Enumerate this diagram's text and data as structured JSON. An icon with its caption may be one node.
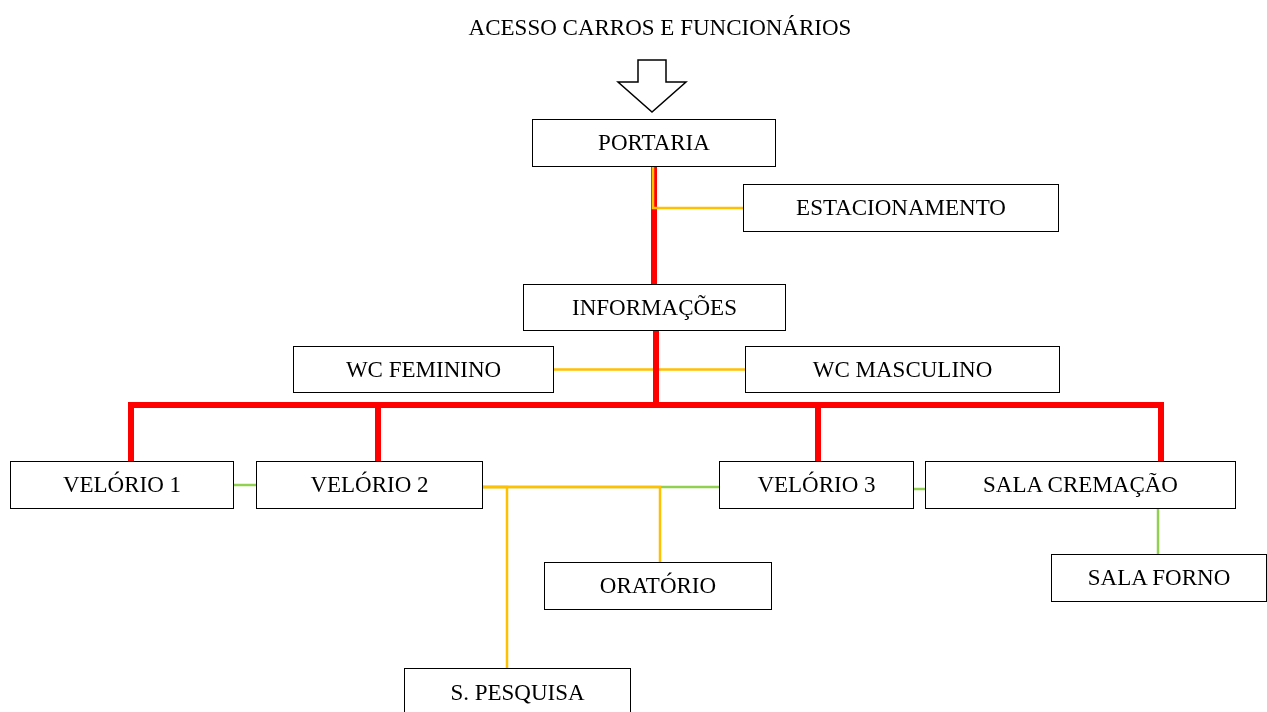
{
  "diagram": {
    "nodes": [
      {
        "text": [
          "ACESSO CARROS E FUNCIONÁRIOS"
        ]
      },
      {
        "text": [
          "PORTARIA"
        ]
      },
      {
        "text": [
          "ESTACIONAMENTO"
        ]
      },
      {
        "text": [
          "INFORMAÇÕES"
        ]
      },
      {
        "text": [
          "WC FEMININO"
        ]
      },
      {
        "text": [
          "WC MASCULINO"
        ]
      },
      {
        "text": [
          "VELÓRIO 1"
        ]
      },
      {
        "text": [
          "VELÓRIO 2"
        ]
      },
      {
        "text": [
          "VELÓRIO 3"
        ]
      },
      {
        "text": [
          "SALA CREMAÇÃO"
        ]
      },
      {
        "text": [
          "ORATÓRIO"
        ]
      },
      {
        "text": [
          "SALA FORNO"
        ]
      },
      {
        "text": [
          "S. PESQUISA"
        ]
      }
    ],
    "edges": [
      {
        "from": 0,
        "to": 1,
        "arrow": "to",
        "color": "#000000"
      },
      {
        "from": 1,
        "to": 3,
        "arrow": "none",
        "style": "thick",
        "color": "#ff0000"
      },
      {
        "from": 1,
        "to": 2,
        "arrow": "none",
        "color": "#ffc000"
      },
      {
        "from": 3,
        "to": 4,
        "arrow": "none",
        "color": "#ffc000"
      },
      {
        "from": 3,
        "to": 5,
        "arrow": "none",
        "color": "#ffc000"
      },
      {
        "from": 3,
        "to": 6,
        "arrow": "none",
        "style": "thick",
        "color": "#ff0000"
      },
      {
        "from": 3,
        "to": 7,
        "arrow": "none",
        "style": "thick",
        "color": "#ff0000"
      },
      {
        "from": 3,
        "to": 8,
        "arrow": "none",
        "style": "thick",
        "color": "#ff0000"
      },
      {
        "from": 3,
        "to": 9,
        "arrow": "none",
        "style": "thick",
        "color": "#ff0000"
      },
      {
        "from": 6,
        "to": 7,
        "arrow": "none",
        "color": "#92d050"
      },
      {
        "from": 7,
        "to": 8,
        "arrow": "none",
        "color": "#92d050"
      },
      {
        "from": 7,
        "to": 12,
        "arrow": "none",
        "color": "#ffc000"
      },
      {
        "from": 7,
        "to": 10,
        "arrow": "none",
        "color": "#ffc000"
      },
      {
        "from": 8,
        "to": 9,
        "arrow": "none",
        "color": "#92d050"
      },
      {
        "from": 9,
        "to": 11,
        "arrow": "none",
        "color": "#92d050"
      }
    ]
  }
}
